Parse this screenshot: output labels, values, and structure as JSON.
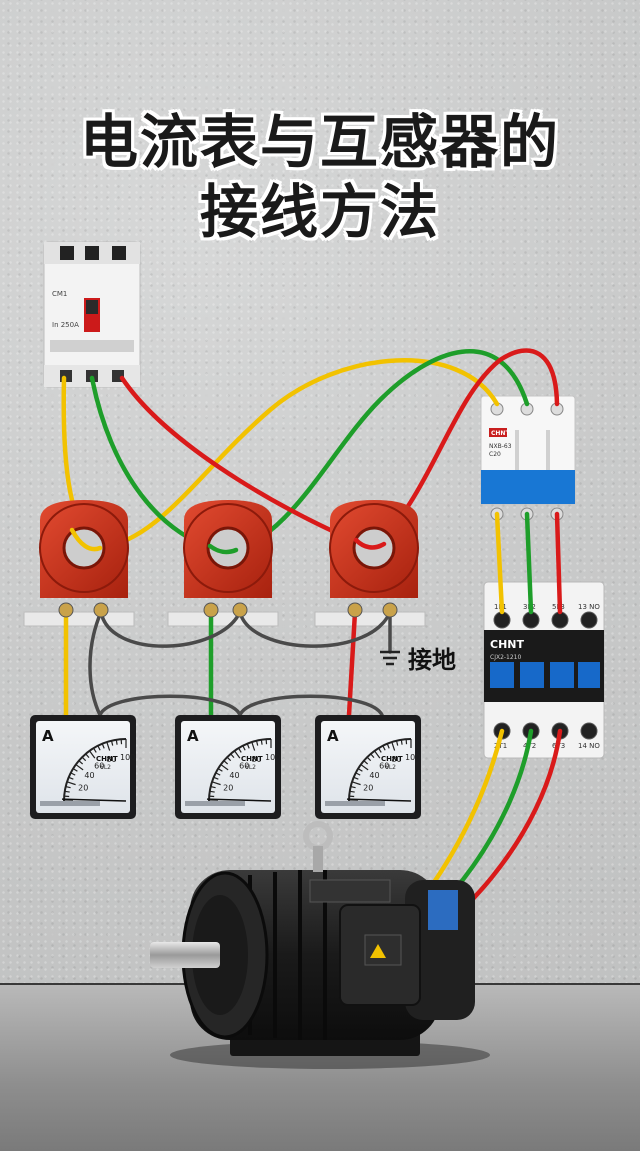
{
  "title_line1": "电流表与互感器的",
  "title_line2": "接线方法",
  "ground_label": "接地",
  "brand": "CHNT",
  "breaker": {
    "brand_small": "CHNT",
    "model": "NXB-63",
    "rating": "C20"
  },
  "mccb": {
    "model": "CM1",
    "rating": "In 250A"
  },
  "contactor": {
    "brand": "CHNT",
    "model": "CJX2-1210",
    "top_terminals": [
      "1L1",
      "3L2",
      "5L3",
      "13 NO"
    ],
    "bottom_terminals": [
      "2T1",
      "4T2",
      "6T3",
      "14 NO"
    ]
  },
  "ammeter": {
    "unit_symbol": "A",
    "scale_labels": [
      "20",
      "40",
      "60",
      "80",
      "100"
    ],
    "brand": "CHNT",
    "model": "6L2"
  },
  "colors": {
    "wire_yellow": "#f2c200",
    "wire_green": "#1e9e2a",
    "wire_red": "#d91a1a",
    "wire_gray": "#4a4a4a",
    "ct_red": "#c8301e",
    "breaker_blue": "#1877d4"
  }
}
